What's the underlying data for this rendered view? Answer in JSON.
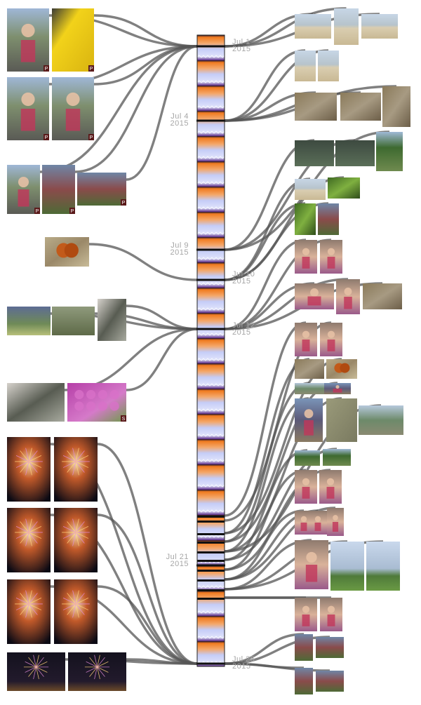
{
  "dates": {
    "jul1": {
      "line1": "Jul  1",
      "line2": "2015"
    },
    "jul4": {
      "line1": "Jul  4",
      "line2": "2015"
    },
    "jul9": {
      "line1": "Jul  9",
      "line2": "2015"
    },
    "jul10": {
      "line1": "Jul 10",
      "line2": "2015"
    },
    "jul12": {
      "line1": "Jul 12",
      "line2": "2015"
    },
    "jul21": {
      "line1": "Jul 21",
      "line2": "2015"
    },
    "jul25": {
      "line1": "Jul 25",
      "line2": "2015"
    }
  },
  "badges": {
    "photosphere": "P",
    "sphere": "S"
  },
  "colors": {
    "strip_orange": "#f07a1e",
    "strip_periwinkle": "#c5ccf7",
    "strip_purple": "#5a2a86",
    "strip_black": "#111111",
    "connector": "#555555",
    "date_text": "#a6a6a6"
  },
  "photo_themes": {
    "left": [
      "kids-park",
      "slide",
      "kids-park",
      "kids-park",
      "kids-park",
      "kids-play",
      "kids-play",
      "butterfly",
      "pond",
      "grass",
      "bird",
      "bird",
      "flowers",
      "fireworks",
      "fireworks",
      "fireworks",
      "fireworks",
      "fireworks",
      "fireworks",
      "fireworks-city",
      "fireworks-city"
    ],
    "right": [
      "beach",
      "beach",
      "beach",
      "beach",
      "beach",
      "insect",
      "insect",
      "insect",
      "lake",
      "lake",
      "forest",
      "beach",
      "leaf",
      "leaf",
      "kids-play",
      "kid-portrait",
      "kid-portrait",
      "kid-portrait",
      "kid-portrait",
      "insect",
      "kid-portrait",
      "kid-portrait",
      "insect",
      "butterfly",
      "landscape",
      "family",
      "family",
      "ground",
      "landscape",
      "forest",
      "forest",
      "kid-portrait",
      "kid-portrait",
      "kid-portrait",
      "kid-portrait",
      "kid-portrait",
      "kid-portrait",
      "park-field",
      "park-field",
      "kid-portrait",
      "kid-portrait",
      "kids-play",
      "kids-play",
      "kids-play",
      "kids-play"
    ]
  }
}
